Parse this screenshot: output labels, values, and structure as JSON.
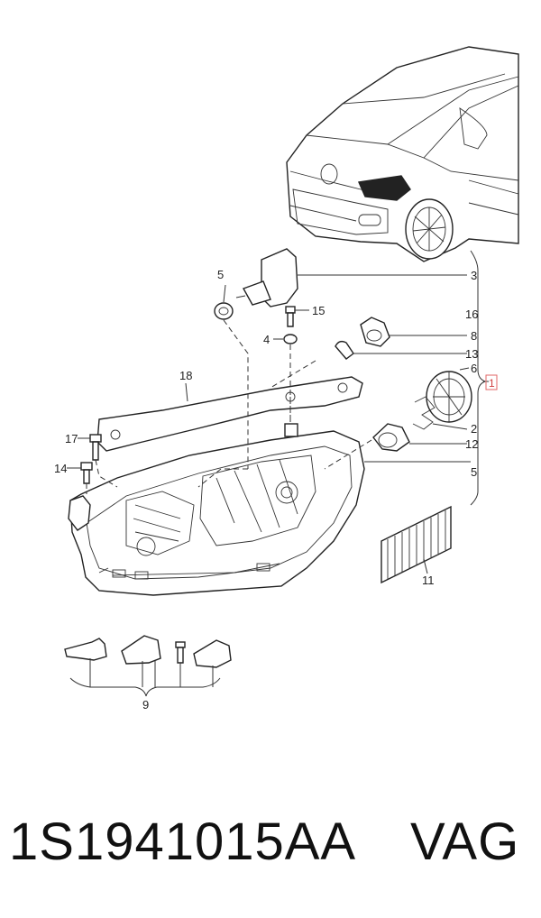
{
  "part_number": "1S1941015AA",
  "brand": "VAG",
  "callouts": {
    "c1": "1",
    "c2": "2",
    "c3": "3",
    "c4": "4",
    "c5a": "5",
    "c5b": "5",
    "c6": "6",
    "c8": "8",
    "c9": "9",
    "c11": "11",
    "c12": "12",
    "c13": "13",
    "c14": "14",
    "c15": "15",
    "c16": "16",
    "c17": "17",
    "c18": "18"
  }
}
